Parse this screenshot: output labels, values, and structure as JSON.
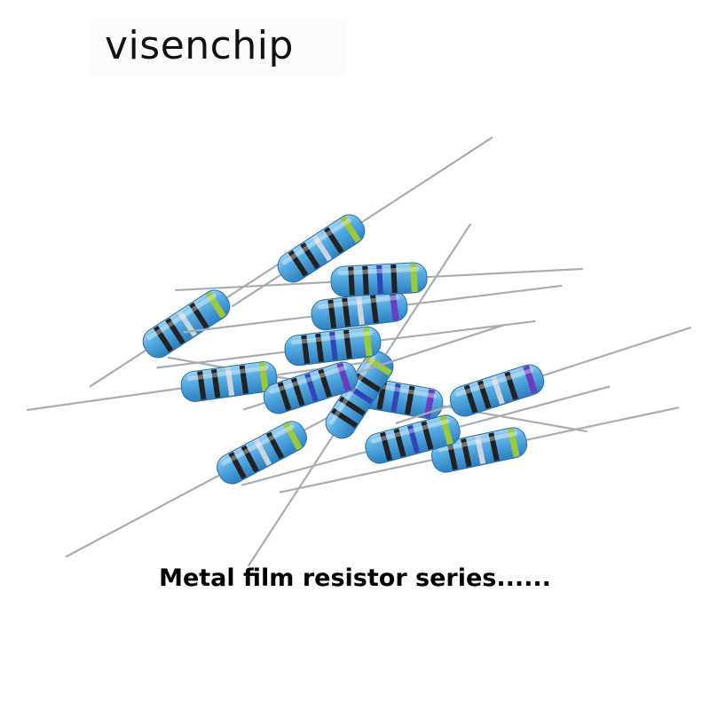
{
  "brand": {
    "text": "visenchip"
  },
  "caption": {
    "text": "Metal film resistor series......"
  },
  "product_image": {
    "subject": "metal film resistors",
    "body_color": "#4fa3d8",
    "band_colors": [
      "#2f46b8",
      "#222222",
      "#6a3cc0",
      "#9cc93a",
      "#c9d6e0"
    ]
  }
}
